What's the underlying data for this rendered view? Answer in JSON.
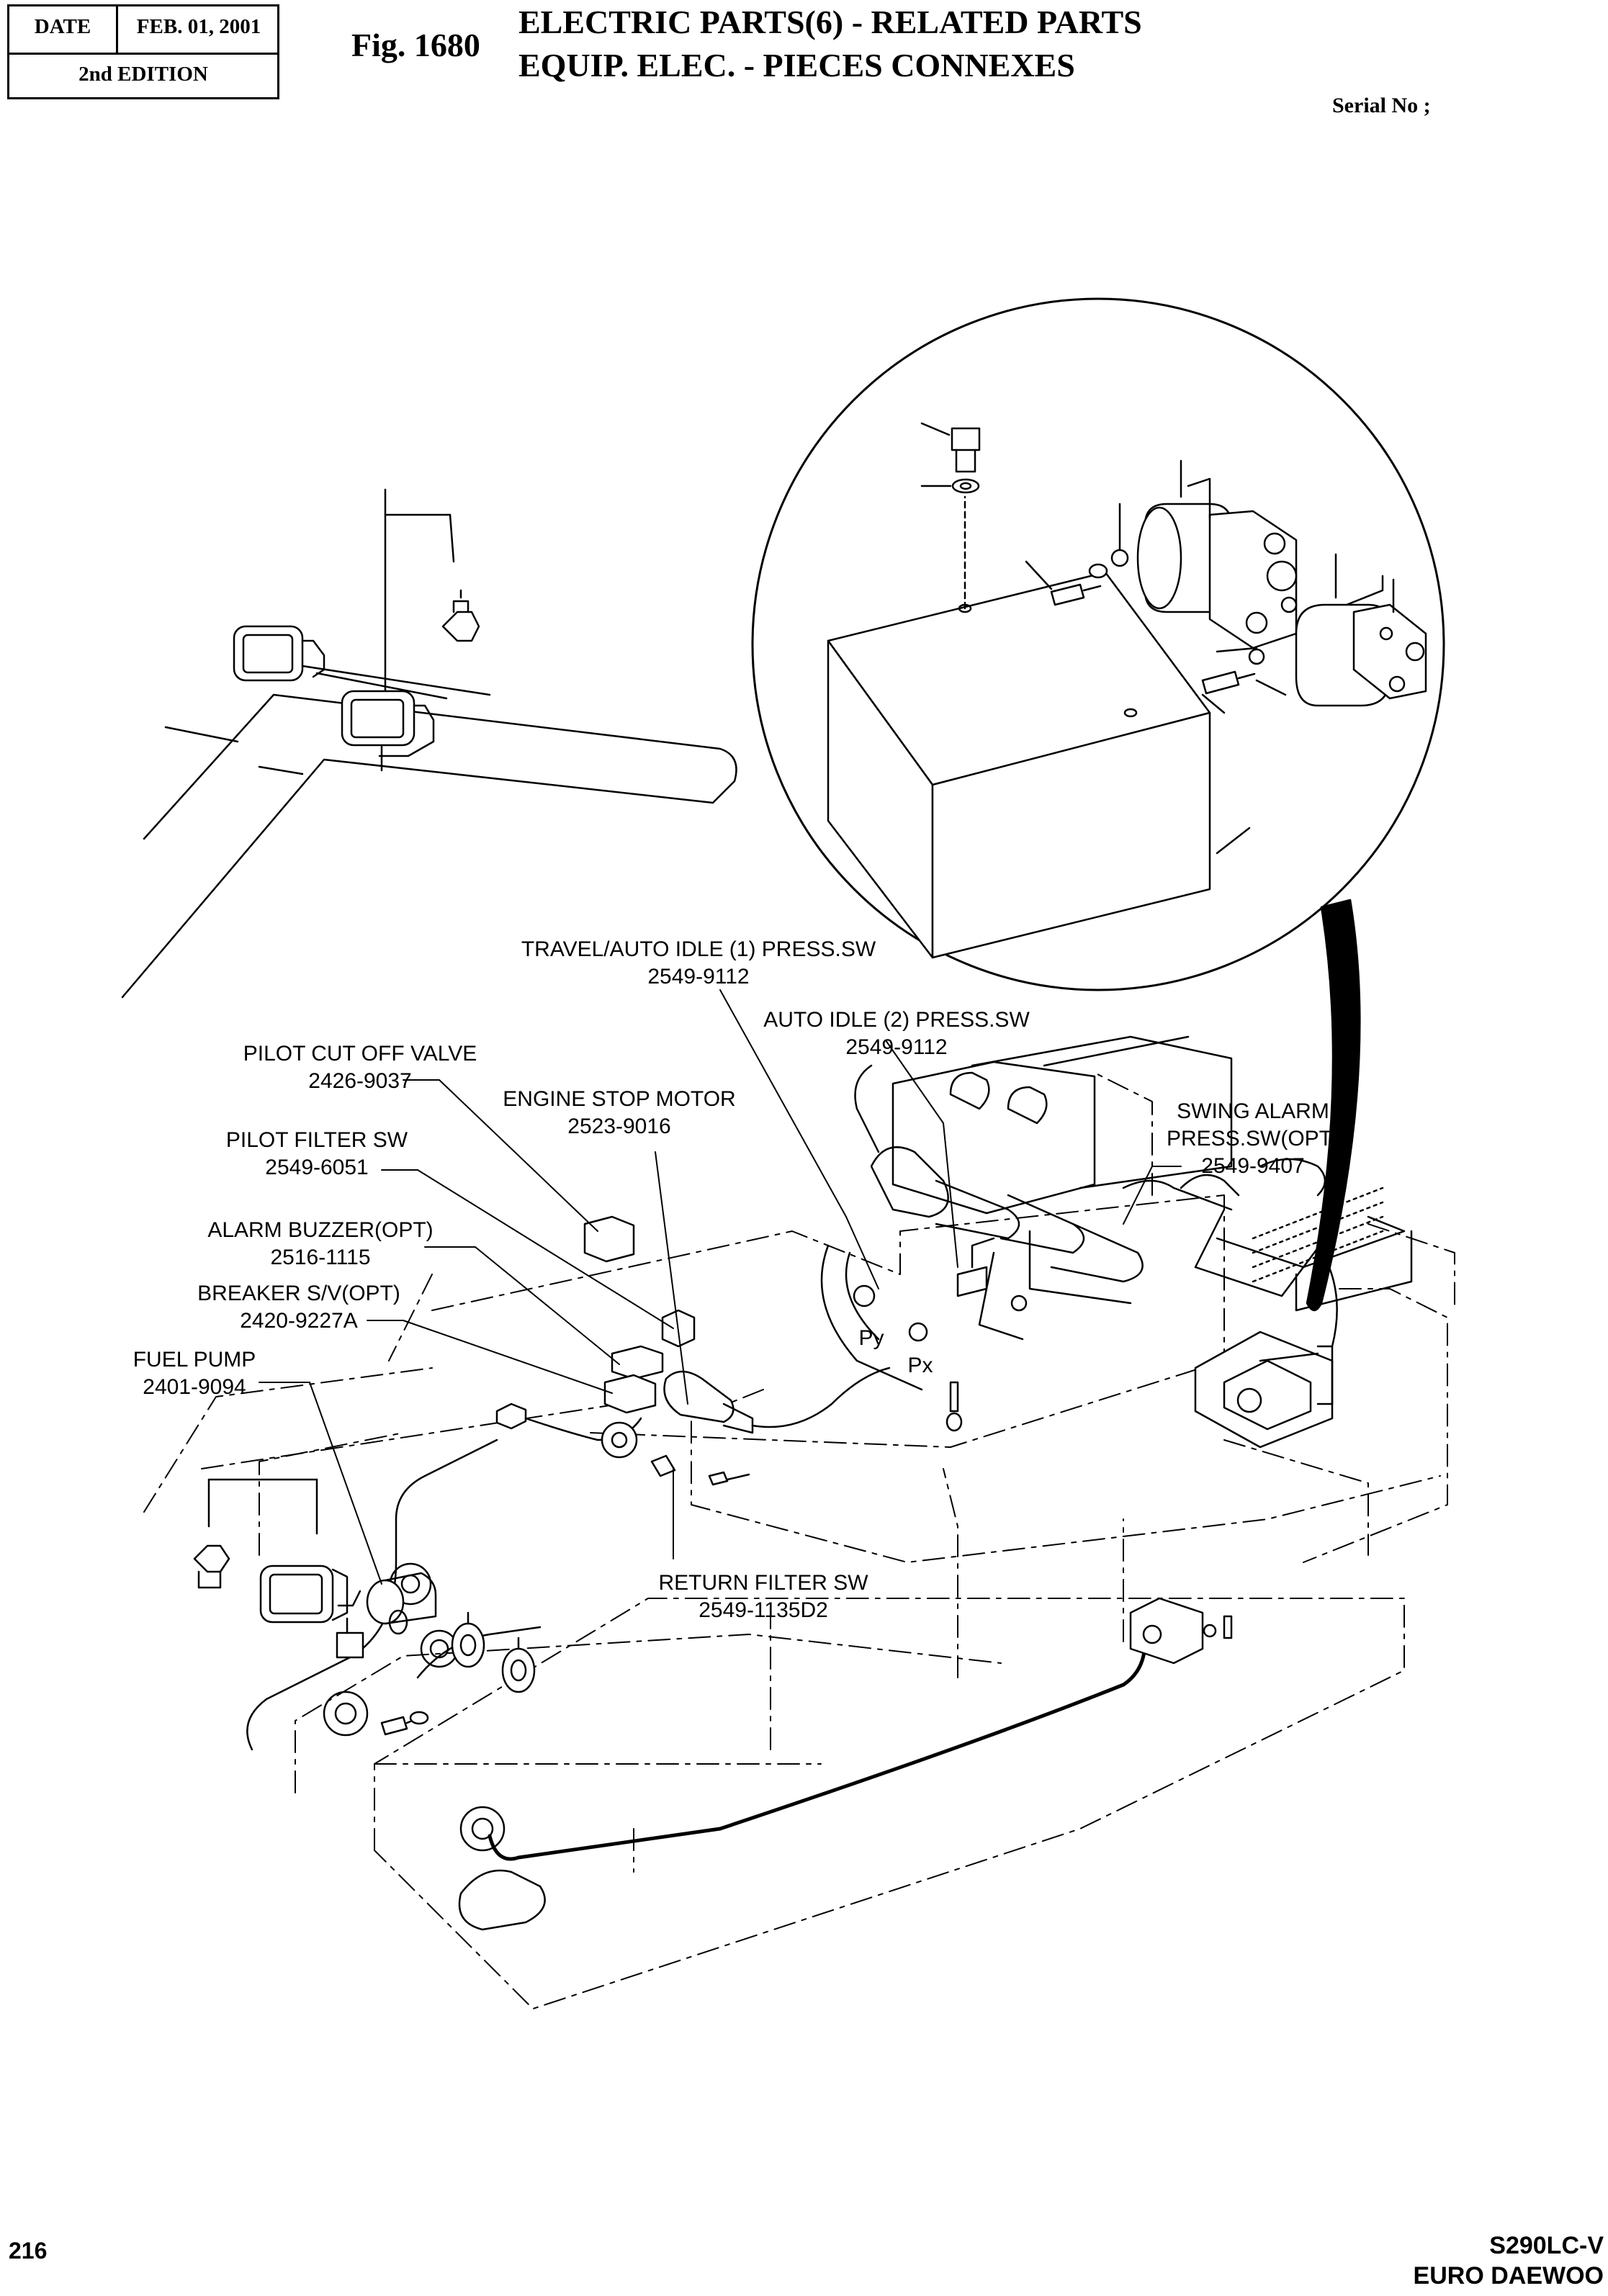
{
  "header": {
    "date_label": "DATE",
    "date_value": "FEB. 01, 2001",
    "edition": "2nd EDITION",
    "fig_number": "Fig. 1680",
    "title_en": "ELECTRIC PARTS(6) - RELATED PARTS",
    "title_fr": "EQUIP. ELEC. - PIECES CONNEXES",
    "serial_label": "Serial No ;"
  },
  "callouts": {
    "travel_auto_idle": {
      "name": "TRAVEL/AUTO IDLE (1) PRESS.SW",
      "part": "2549-9112"
    },
    "auto_idle_2": {
      "name": "AUTO IDLE (2) PRESS.SW",
      "part": "2549-9112"
    },
    "pilot_cut_off": {
      "name": "PILOT CUT OFF VALVE",
      "part": "2426-9037"
    },
    "engine_stop": {
      "name": "ENGINE STOP MOTOR",
      "part": "2523-9016"
    },
    "swing_alarm": {
      "name1": "SWING ALARM",
      "name2": "PRESS.SW(OPT)",
      "part": "2549-9407"
    },
    "pilot_filter": {
      "name": "PILOT FILTER SW",
      "part": "2549-6051"
    },
    "alarm_buzzer": {
      "name": "ALARM BUZZER(OPT)",
      "part": "2516-1115"
    },
    "breaker_sv": {
      "name": "BREAKER S/V(OPT)",
      "part": "2420-9227A"
    },
    "fuel_pump": {
      "name": "FUEL PUMP",
      "part": "2401-9094"
    },
    "return_filter": {
      "name": "RETURN FILTER SW",
      "part": "2549-1135D2"
    },
    "port_py": "Py",
    "port_px": "Px"
  },
  "footer": {
    "page_number": "216",
    "model": "S290LC-V",
    "brand": "EURO DAEWOO"
  }
}
